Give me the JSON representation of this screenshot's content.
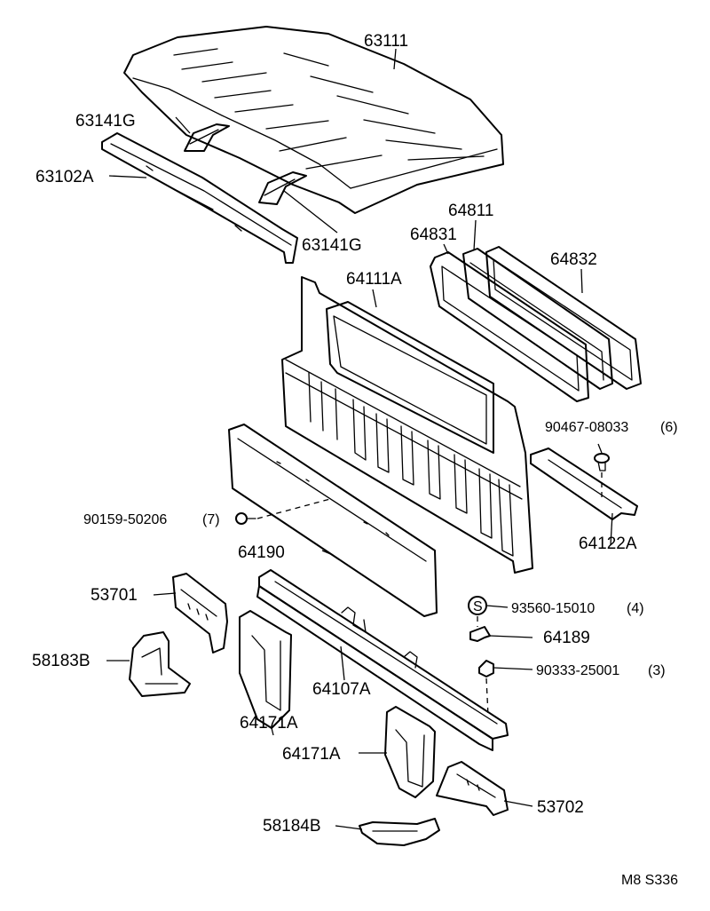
{
  "labels": {
    "roof_panel": "63111",
    "roof_brace_front": "63141G",
    "roof_brace_rear": "63141G",
    "front_header": "63102A",
    "glass_outer": "64811",
    "weatherstrip": "64831",
    "glass_inner": "64832",
    "back_panel": "64111A",
    "screw": "90467-08033",
    "screw_qty": "(6)",
    "clip": "90159-50206",
    "clip_qty": "(7)",
    "reinforcement_upper": "64122A",
    "board": "64190",
    "bracket_left": "53701",
    "spacer_s": "S",
    "screw_s": "93560-15010",
    "screw_s_qty": "(4)",
    "plate": "64189",
    "gusset_left": "58183B",
    "nut": "90333-25001",
    "nut_qty": "(3)",
    "crossmember": "64107A",
    "brace_left": "64171A",
    "brace_right": "64171A",
    "bracket_right": "53702",
    "gusset_right": "58184B",
    "code": "M8 S336"
  }
}
